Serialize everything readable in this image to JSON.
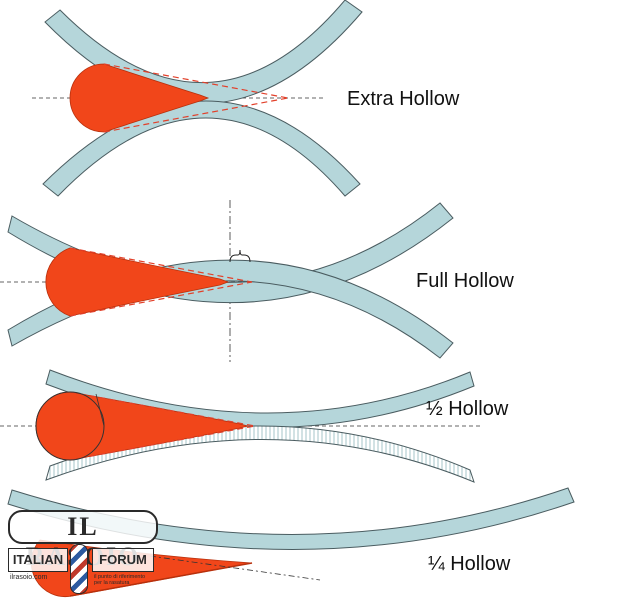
{
  "labels": {
    "extra_hollow": "Extra Hollow",
    "full_hollow": "Full Hollow",
    "half_hollow": "½ Hollow",
    "quarter_hollow": "¼ Hollow"
  },
  "logo": {
    "title": "IL RASOIO",
    "left_word": "ITALIAN",
    "right_word": "FORUM",
    "site": "ilrasoio.com",
    "tagline": "il punto di riferimento per la rasatura"
  },
  "colors": {
    "wheel": "#b5d6da",
    "wheel_stroke": "#4a5c60",
    "blade": "#f1461a",
    "blade_stroke": "#b8300c",
    "guide_dash": "#e2402a",
    "axis": "#333333"
  }
}
